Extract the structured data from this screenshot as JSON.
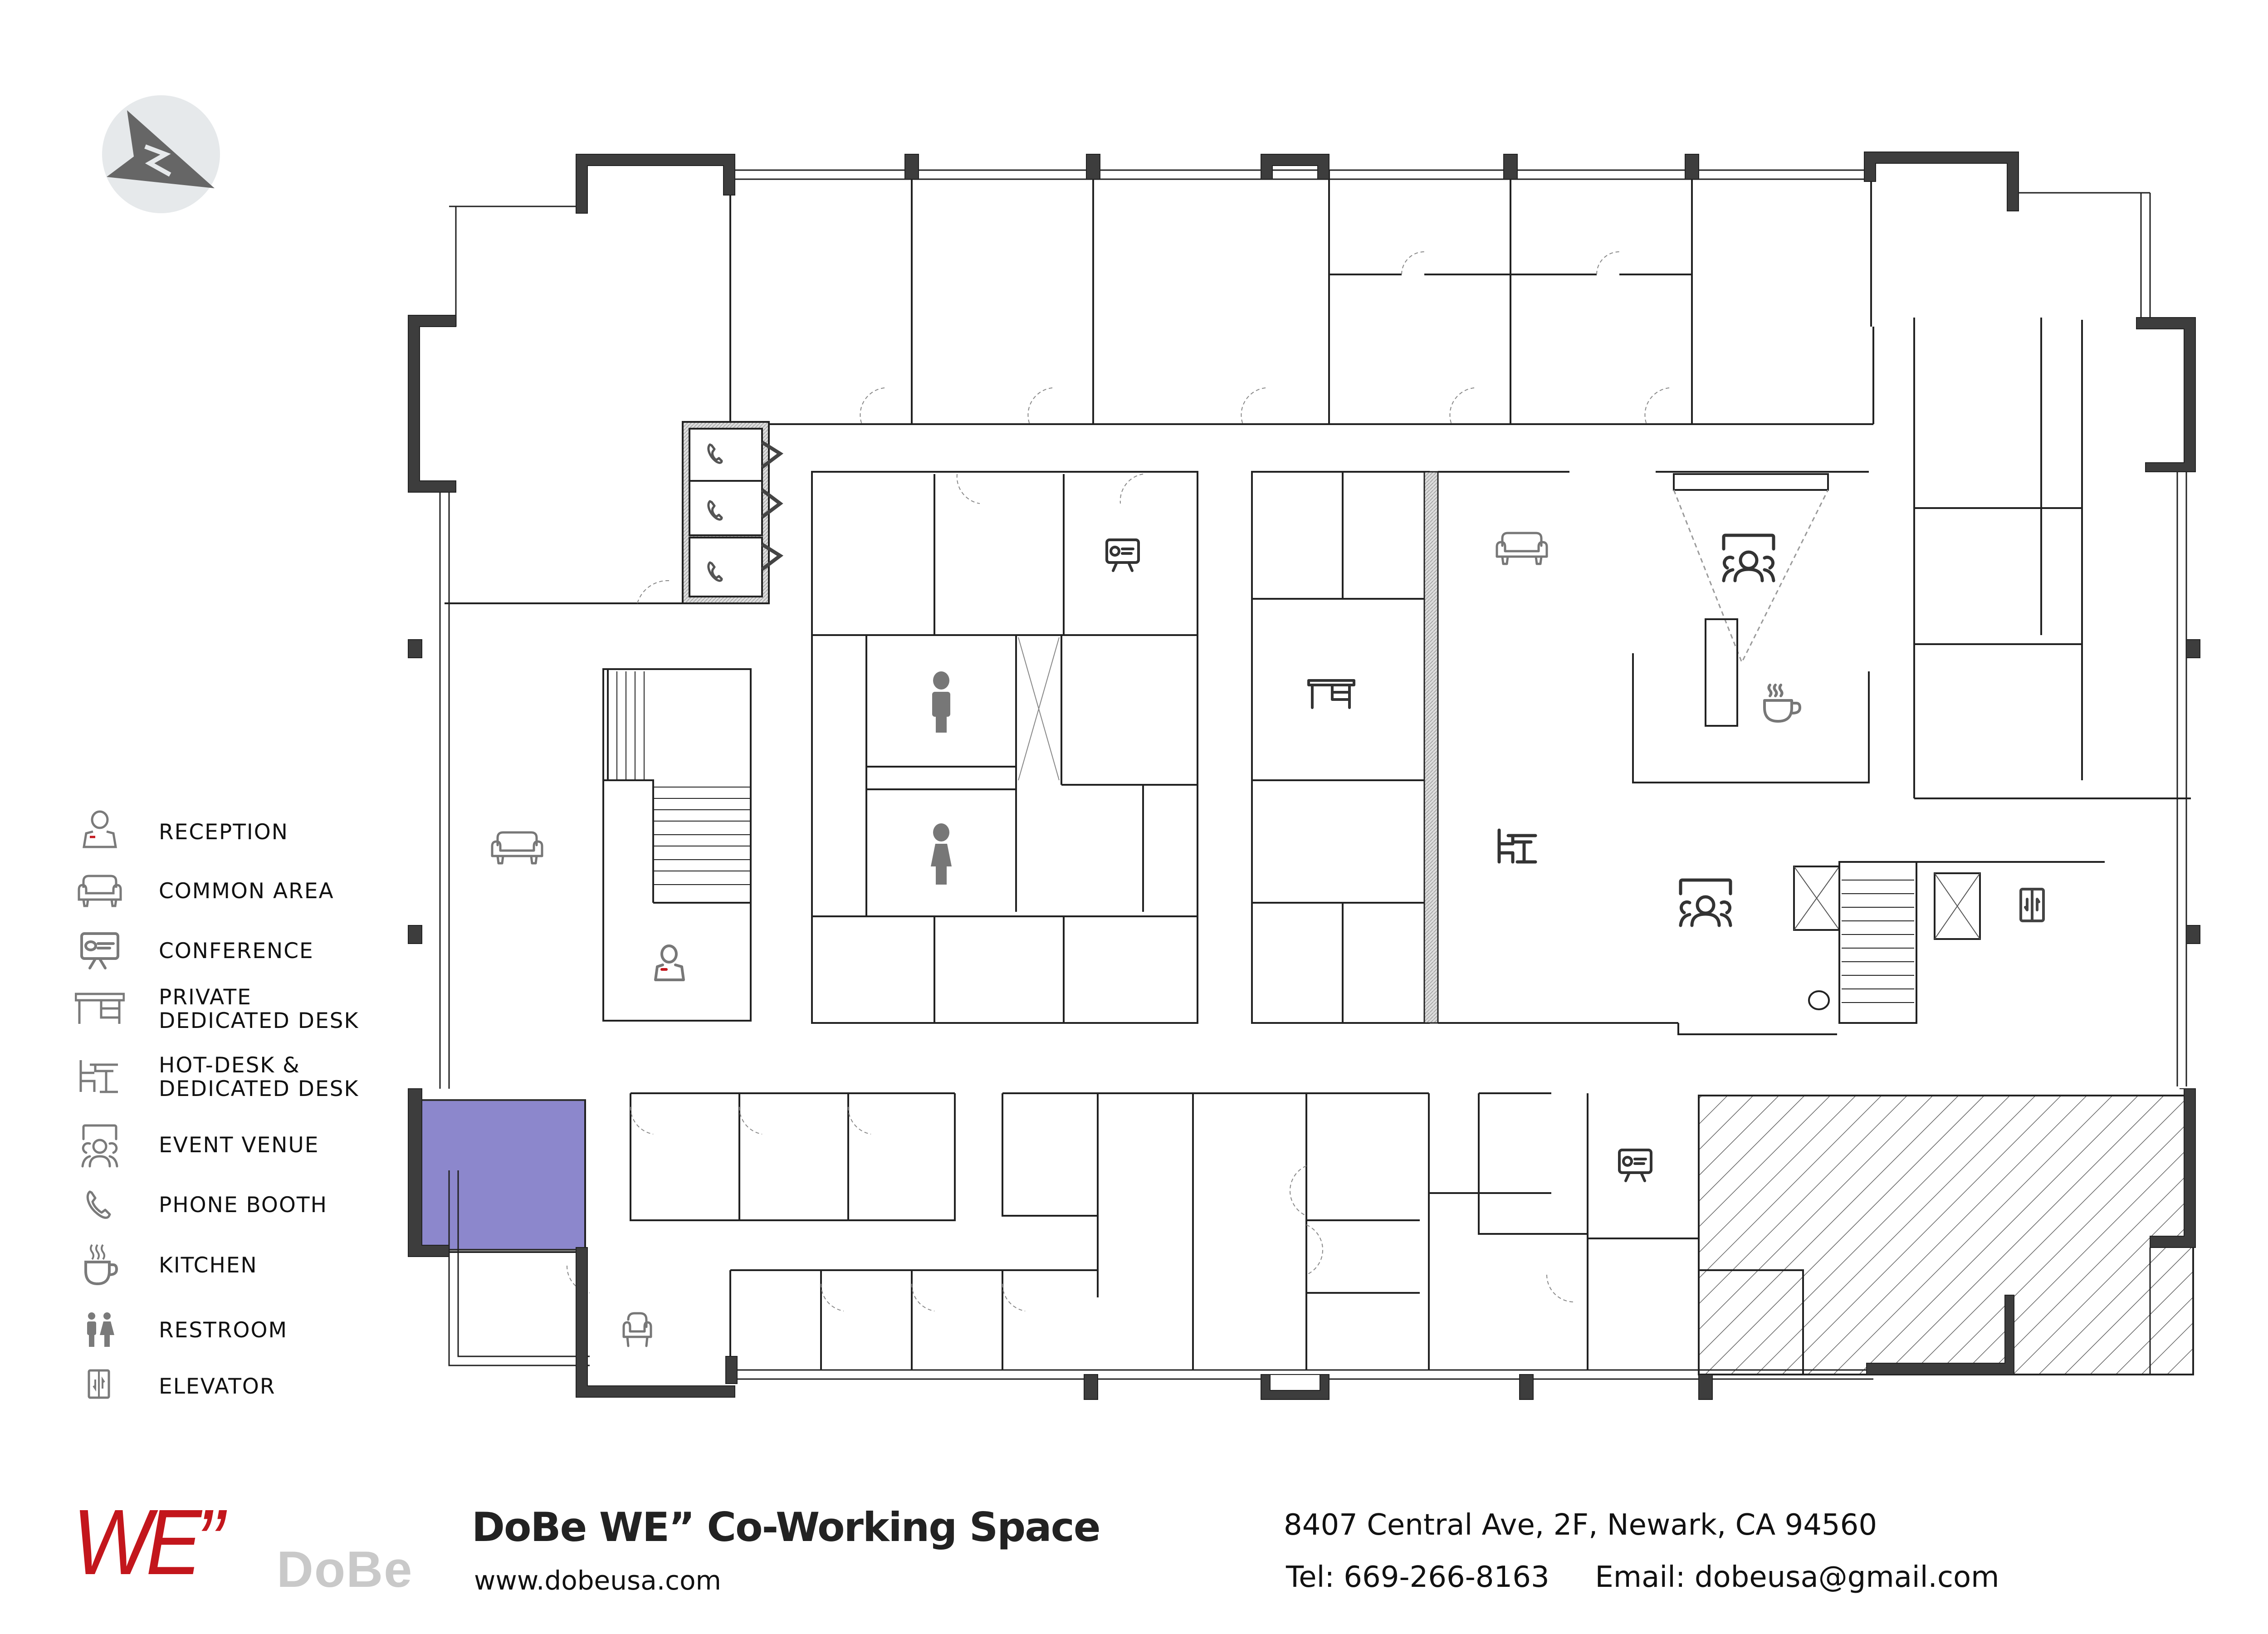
{
  "header": {
    "compass": {
      "icon": "north-arrow-icon",
      "label": "N",
      "bg_color": "#e6e9eb",
      "arrow_color": "#666666"
    }
  },
  "legend": {
    "items": [
      {
        "icon": "reception-icon",
        "line1": "RECEPTION",
        "line2": ""
      },
      {
        "icon": "common-area-sofa-icon",
        "line1": "COMMON AREA",
        "line2": ""
      },
      {
        "icon": "conference-presentation-icon",
        "line1": "CONFERENCE",
        "line2": ""
      },
      {
        "icon": "private-desk-icon",
        "line1": "PRIVATE",
        "line2": "DEDICATED DESK"
      },
      {
        "icon": "hot-desk-icon",
        "line1": "HOT-DESK &",
        "line2": "DEDICATED DESK"
      },
      {
        "icon": "event-venue-icon",
        "line1": "EVENT VENUE",
        "line2": ""
      },
      {
        "icon": "phone-icon",
        "line1": "PHONE BOOTH",
        "line2": ""
      },
      {
        "icon": "coffee-cup-icon",
        "line1": "KITCHEN",
        "line2": ""
      },
      {
        "icon": "restroom-icon",
        "line1": "RESTROOM",
        "line2": ""
      },
      {
        "icon": "elevator-icon",
        "line1": "ELEVATOR",
        "line2": ""
      }
    ],
    "icon_color": "#7a7a7a",
    "accent_color": "#c3161c"
  },
  "floorplan": {
    "wall_color": "#3d3d3d",
    "line_color": "#222222",
    "highlight_room_color": "#8c87cc",
    "hatched_area": "unavailable / hatched zone (lower right)",
    "icons_on_plan": [
      "phone-booth-1",
      "phone-booth-2",
      "phone-booth-3",
      "conference-room-top",
      "men-restroom",
      "women-restroom",
      "reception",
      "common-area-left",
      "private-desk",
      "common-area-lounge",
      "event-venue-top",
      "kitchen",
      "hot-desk",
      "event-venue-center",
      "elevator",
      "conference-room-bottom",
      "common-area-bottom-left"
    ]
  },
  "footer": {
    "logo_we": "WE”",
    "logo_dobe": "DoBe",
    "title": "DoBe WE” Co-Working Space",
    "website": "www.dobeusa.com",
    "address": "8407 Central Ave, 2F, Newark, CA 94560",
    "tel_label": "Tel:",
    "tel": "669-266-8163",
    "email_label": "Email:",
    "email": "dobeusa@gmail.com"
  }
}
